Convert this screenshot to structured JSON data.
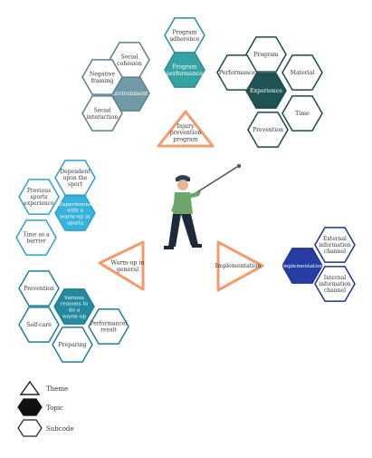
{
  "colors": {
    "environment_border": "#5d7f8b",
    "environment_fill": "#6f9aa6",
    "program_border": "#2a8f94",
    "program_fill": "#35a3a3",
    "experience_border": "#1b4a4a",
    "experience_fill": "#1f5454",
    "sports_border": "#2ea0cf",
    "sports_fill": "#38b3dc",
    "reasons_border": "#1f7f93",
    "reasons_fill": "#238a9f",
    "implementation_border": "#22348f",
    "implementation_fill": "#263ea3",
    "triangle": "#f39a6a",
    "text": "#333333"
  },
  "groups": {
    "environment": {
      "topic": "Environment",
      "subcodes": [
        "Social cohesion",
        "Negative framing",
        "Social interaction"
      ]
    },
    "program_performance": {
      "topic": "Program performance",
      "subcodes": [
        "Program adherence"
      ]
    },
    "experience": {
      "topic": "Experience",
      "subcodes": [
        "Program",
        "Performance",
        "Material",
        "Time",
        "Prevention"
      ]
    },
    "sports_experiences": {
      "topic": "Experiences with a warm-up in sports",
      "subcodes": [
        "Dependent upon the sport",
        "Previous sports experience",
        "Time as a barrier"
      ]
    },
    "reasons": {
      "topic": "Various reasons to do a warm-up",
      "subcodes": [
        "Prevention",
        "Self-care",
        "Performance/ result",
        "Preparing"
      ]
    },
    "implementation": {
      "topic": "Implementation",
      "subcodes": [
        "External information channel",
        "Internal information channel"
      ]
    }
  },
  "themes": {
    "injury": "Injury prevention program",
    "warmup": "Warm-up in general",
    "implementation": "Implementation"
  },
  "legend": {
    "theme": "Theme",
    "topic": "Topic",
    "subcode": "Subcode"
  }
}
